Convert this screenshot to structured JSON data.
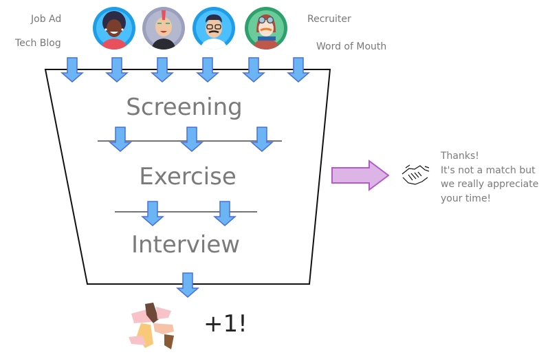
{
  "sources": {
    "job_ad": "Job Ad",
    "tech_blog": "Tech Blog",
    "recruiter": "Recruiter",
    "word_of_mouth": "Word of Mouth"
  },
  "avatars": [
    {
      "name": "woman-afro-avatar",
      "ring": "#2aa7f0",
      "bg": "#4cc0ff"
    },
    {
      "name": "punk-avatar",
      "ring": "#9aa0bd",
      "bg": "#b4b8cf"
    },
    {
      "name": "mustache-glasses-avatar",
      "ring": "#2aa7f0",
      "bg": "#4cc0ff"
    },
    {
      "name": "aviator-avatar",
      "ring": "#3fb27f",
      "bg": "#6acb9b"
    }
  ],
  "stages": [
    "Screening",
    "Exercise",
    "Interview"
  ],
  "rejection": {
    "lines": [
      "Thanks!",
      "It's not a match but",
      "we really appreciate",
      "your time!"
    ]
  },
  "result": {
    "label": "+1!"
  },
  "colors": {
    "arrow_fill": "#6bb5f5",
    "arrow_stroke": "#4a6fd6",
    "reject_fill": "#dcb4e6",
    "reject_stroke": "#b45ac8",
    "funnel_stroke": "#111111",
    "text": "#777777"
  }
}
